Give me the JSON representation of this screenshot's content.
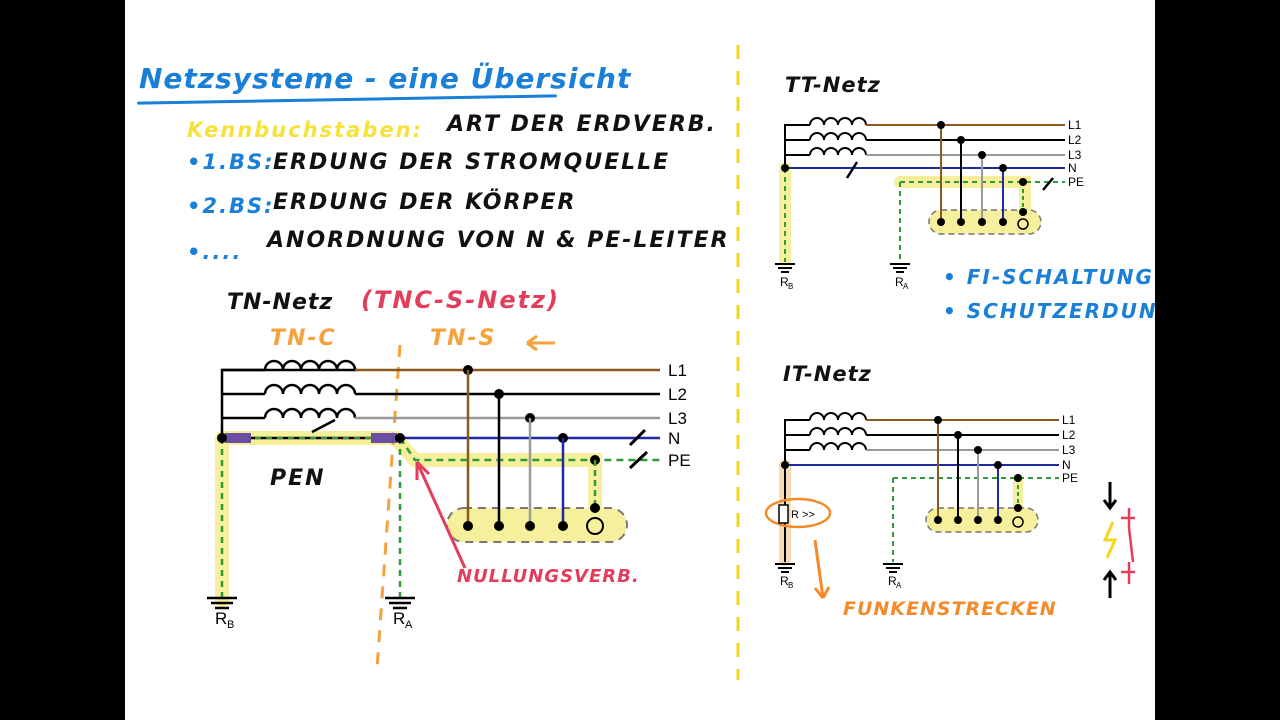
{
  "title": "Netzsysteme - eine Übersicht",
  "kennbuchstaben": {
    "label": "Kennbuchstaben:",
    "text": "ART DER ERDVERB.",
    "bullets": [
      {
        "marker": "•1.BS:",
        "text": "ERDUNG DER STROMQUELLE"
      },
      {
        "marker": "•2.BS:",
        "text": "ERDUNG DER KÖRPER"
      },
      {
        "marker": "•....",
        "text": "ANORDNUNG VON N & PE-LEITER"
      }
    ]
  },
  "tn_netz": {
    "title": "TN-Netz",
    "subtitle": "(TNC-S-Netz)",
    "section_c": "TN-C",
    "section_s": "TN-S",
    "arrow": "←",
    "pen_label": "PEN",
    "nullung_label": "NULLUNGSVERB.",
    "conductors": [
      "L1",
      "L2",
      "L3",
      "N",
      "PE"
    ],
    "grounds": [
      "R",
      "B",
      "R",
      "A"
    ]
  },
  "tt_netz": {
    "title": "TT-Netz",
    "conductors": [
      "L1",
      "L2",
      "L3",
      "N",
      "PE"
    ],
    "grounds": [
      "R",
      "B",
      "R",
      "A"
    ],
    "bullets": [
      "• FI-SCHALTUNG",
      "• SCHUTZERDUNG"
    ]
  },
  "it_netz": {
    "title": "IT-Netz",
    "conductors": [
      "L1",
      "L2",
      "L3",
      "N",
      "PE"
    ],
    "resistor_label": "R >>",
    "grounds": [
      "R",
      "B",
      "R",
      "A"
    ],
    "funken_label": "FUNKENSTRECKEN"
  },
  "colors": {
    "blue": "#1a7fd6",
    "yellow_highlight": "#f6ef9b",
    "orange": "#f5a23c",
    "red": "#e23d5b",
    "L1": "#8a5a1c",
    "L2": "#000000",
    "L3": "#9a9a9a",
    "N": "#1f2aa0",
    "PE": "#2f9a3a"
  },
  "icons": [
    "coil-icon",
    "ground-icon",
    "dot-icon",
    "arrow-icon",
    "switch-icon"
  ]
}
